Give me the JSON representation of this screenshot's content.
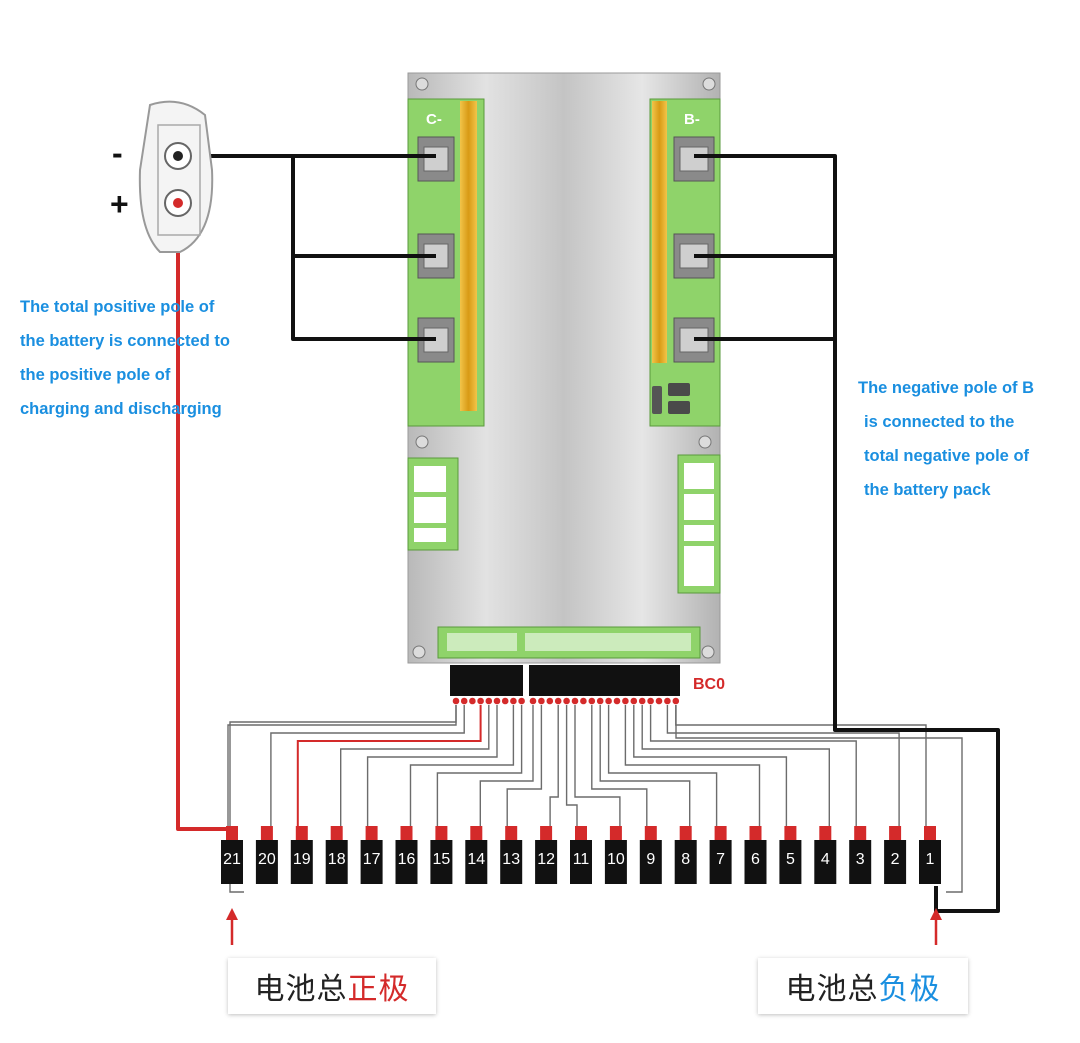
{
  "connector": {
    "minus": "-",
    "plus": "+"
  },
  "board": {
    "c_label": "C-",
    "b_label": "B-",
    "bc_label": "BC0",
    "colors": {
      "pcb": "#8fd36a",
      "gold": "#e0a21e",
      "sink": "#c7c7c7"
    }
  },
  "notes": {
    "left": [
      "The total positive pole of",
      "the battery is connected to",
      "the positive pole of",
      "charging and discharging"
    ],
    "right": [
      "The negative pole of B",
      "is connected to the",
      "total negative pole of",
      "the battery pack"
    ]
  },
  "cells": [
    "21",
    "20",
    "19",
    "18",
    "17",
    "16",
    "15",
    "14",
    "13",
    "12",
    "11",
    "10",
    "9",
    "8",
    "7",
    "6",
    "5",
    "4",
    "3",
    "2",
    "1"
  ],
  "labels": {
    "positive": {
      "prefix": "电池总",
      "accent": "正极"
    },
    "negative": {
      "prefix": "电池总",
      "accent": "负极"
    }
  },
  "colors": {
    "note_text": "#1a8fe0",
    "positive_wire": "#d42a2a",
    "negative_wire": "#111111",
    "accent_red": "#d42a2a",
    "accent_blue": "#1a8fe0"
  }
}
